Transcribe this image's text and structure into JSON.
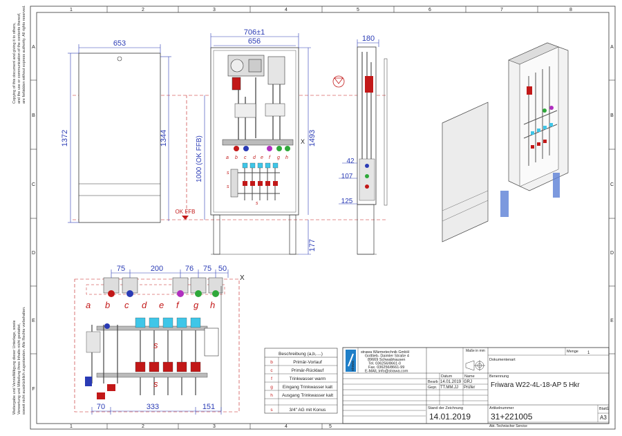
{
  "frame": {
    "columns": [
      "1",
      "2",
      "3",
      "4",
      "5",
      "6",
      "7",
      "8"
    ],
    "rows": [
      "A",
      "B",
      "C",
      "D",
      "E",
      "F"
    ]
  },
  "side_notes": {
    "top": [
      "Copying of this document and giving it to others,",
      "and the use or communication of the contents thereof,",
      "are forbidden without express authority. All rights reserved."
    ],
    "bottom": [
      "Weitergabe und Vervielfältigung dieser Unterlage, sowie",
      "Verwertung und Mitteilung ihres Inhalts nicht gestattet,",
      "soweit nicht ausdrücklich zugestanden. Alle Rechte vorbehalten."
    ]
  },
  "dims": {
    "front_width": "653",
    "front_height": "1372",
    "front_inner_height": "1344",
    "main_total_width": "706±1",
    "main_inner_width": "656",
    "main_height": "1493",
    "ok_ffb_vert": "1000 (OK FFB)",
    "ok_ffb": "OK FFB",
    "foot_height": "177",
    "side_depth": "180",
    "side_42": "42",
    "side_107": "107",
    "side_125": "125",
    "detail_top": [
      "75",
      "200",
      "76",
      "75",
      "50"
    ],
    "detail_bottom": [
      "70",
      "333",
      "151"
    ],
    "x_mark": "X",
    "s_label": "s"
  },
  "manifold_letters": [
    "a",
    "b",
    "c",
    "d",
    "e",
    "f",
    "g",
    "h"
  ],
  "legend": {
    "header": "Beschreibung (a,b,....)",
    "rows": [
      {
        "key": "b",
        "desc": "Primär-Vorlauf"
      },
      {
        "key": "c",
        "desc": "Primär-Rücklauf"
      },
      {
        "key": "f",
        "desc": "Trinkwasser warm"
      },
      {
        "key": "g",
        "desc": "Eingang Trinkwasser kalt"
      },
      {
        "key": "h",
        "desc": "Ausgang Trinkwasser kalt"
      },
      {
        "key": "s",
        "desc": "3/4\" AG mit Konus"
      }
    ]
  },
  "title_block": {
    "company_lines": [
      "strawa Wärmetechnik GmbH",
      "Gottlieb- Daimler Straße 4",
      "89669 Schwabhausen",
      "Tel.  036256/8661-0",
      "Fax.  036256/8661-99",
      "E-MAIL:info@strawa.com"
    ],
    "logo_text": "strawa",
    "masse_label": "Maße in mm",
    "menge_label": "Menge",
    "menge_value": "1",
    "datum_label": "Datum",
    "name_label": "Name",
    "bearb_label": "Bearb",
    "bearb_date": "14.01.2019",
    "bearb_name": "GRJ",
    "gepr_label": "Gepr.",
    "gepr_date": "TT.MM.JJ",
    "gepr_name": "Prüfer",
    "dokumentenart_label": "Dokumentenart",
    "benennung_label": "Benennung",
    "benennung_value": "Friwara W22-4L-18-AP 5 Hkr",
    "stand_label": "Stand der Zeichnung",
    "stand_value": "14.01.2019",
    "artikel_label": "Artikelnummer",
    "artikel_value": "31+221005",
    "blatt_label": "Blatt",
    "blatt_value": "1",
    "format_value": "A3",
    "abt_label": "Abt. Technischer Service"
  },
  "colors": {
    "red": "#c21818",
    "blue": "#2a3bb5",
    "magenta": "#b02fbf",
    "green": "#2fa83a",
    "cyan": "#3fc6e8"
  }
}
